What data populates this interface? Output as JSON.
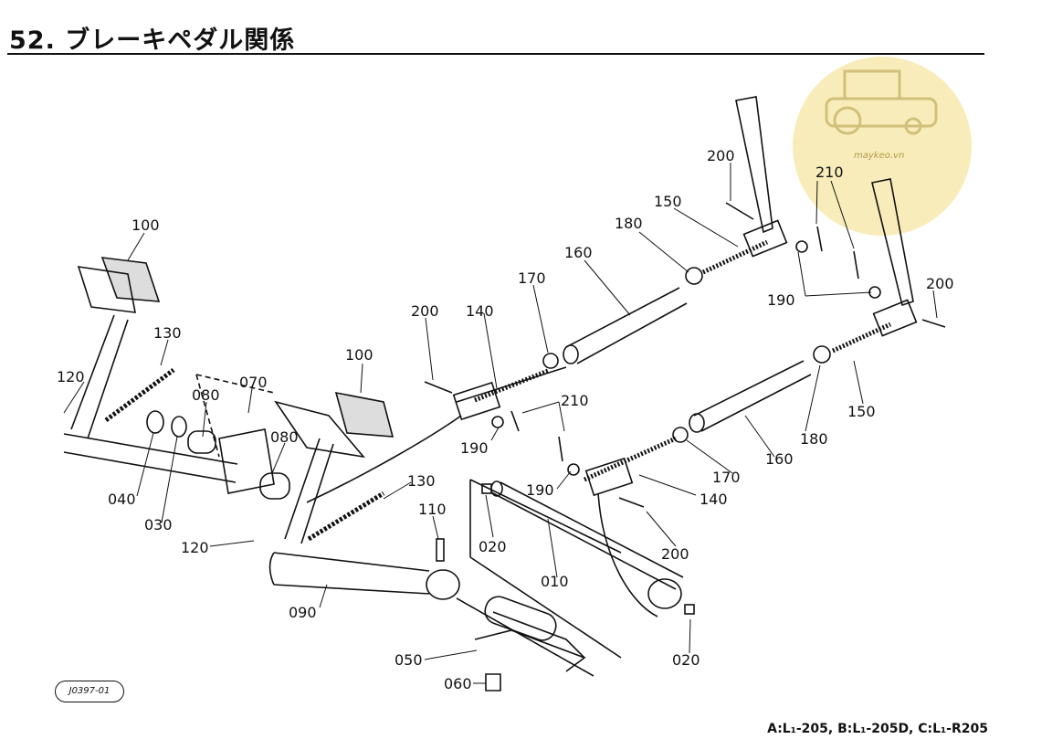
{
  "title": "52. ブレーキペダル関係",
  "figure_ref": "J0397-01",
  "models": "A:L₁-205, B:L₁-205D, C:L₁-R205",
  "watermark": {
    "text": "maykeo.vn",
    "color": "#f6e7a3"
  },
  "part_labels": [
    "100",
    "100",
    "130",
    "130",
    "120",
    "120",
    "070",
    "080",
    "080",
    "040",
    "030",
    "090",
    "110",
    "050",
    "060",
    "200",
    "200",
    "200",
    "200",
    "140",
    "140",
    "150",
    "150",
    "160",
    "160",
    "170",
    "170",
    "180",
    "180",
    "190",
    "190",
    "190",
    "210",
    "210",
    "020",
    "020",
    "010"
  ]
}
